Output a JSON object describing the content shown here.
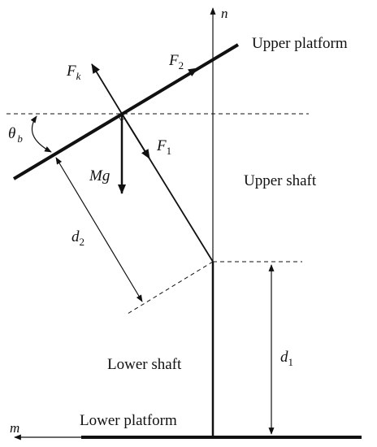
{
  "axes": {
    "n": "n",
    "m": "m"
  },
  "labels": {
    "upper_platform": "Upper platform",
    "upper_shaft": "Upper shaft",
    "lower_shaft": "Lower shaft",
    "lower_platform": "Lower platform"
  },
  "forces": {
    "fk": "F",
    "fk_sub": "k",
    "f2": "F",
    "f2_sub": "2",
    "f1": "F",
    "f1_sub": "1",
    "mg": "Mg"
  },
  "dimensions": {
    "d1": "d",
    "d1_sub": "1",
    "d2": "d",
    "d2_sub": "2"
  },
  "angle": {
    "theta": "θ",
    "theta_sub": "b"
  }
}
